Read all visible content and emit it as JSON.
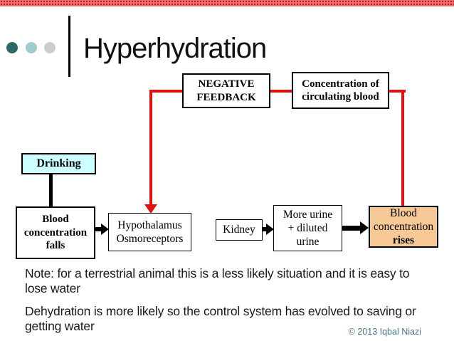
{
  "slide": {
    "title": "Hyperhydration",
    "notes": {
      "note1": "Note: for a terrestrial animal this is a less likely situation and it is easy to lose water",
      "note2": "Dehydration is more likely so the control system has evolved to saving or getting water"
    },
    "copyright": "© 2013 Iqbal Niazi"
  },
  "diagram": {
    "negative_feedback": {
      "line1": "NEGATIVE",
      "line2": "FEEDBACK"
    },
    "concentration": {
      "line1": "Concentration of",
      "line2": "circulating blood"
    },
    "drinking": {
      "label": "Drinking"
    },
    "blood_falls": {
      "line1": "Blood",
      "line2": "concentration",
      "line3": "falls"
    },
    "hypothalamus": {
      "line1": "Hypothalamus",
      "line2": "Osmoreceptors"
    },
    "kidney": {
      "label": "Kidney"
    },
    "more_urine": {
      "line1": "More urine",
      "line2": "+ diluted",
      "line3": "urine"
    },
    "blood_rises": {
      "line1": "Blood",
      "line2": "concentration",
      "line3": "rises"
    }
  },
  "colors": {
    "accent_red": "#e01111",
    "box_red_fill": "#f47070",
    "box_red_dot": "#a52222",
    "box_cyan": "#ccffff",
    "box_orange": "#f6c895",
    "bullet_dark_teal": "#2e6868",
    "bullet_light_teal": "#9fcccc",
    "bullet_gray": "#c9cdcd",
    "copyright_color": "#4a7588"
  }
}
